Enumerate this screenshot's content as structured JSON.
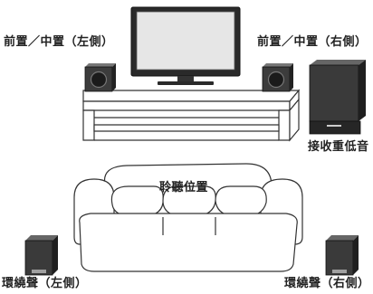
{
  "labels": {
    "front_left": "前置／中置（左側）",
    "front_right": "前置／中置（右側）",
    "subwoofer": "接收重低音",
    "listening_position": "聆聽位置",
    "surround_left": "環繞聲（左側）",
    "surround_right": "環繞聲（右側）"
  }
}
